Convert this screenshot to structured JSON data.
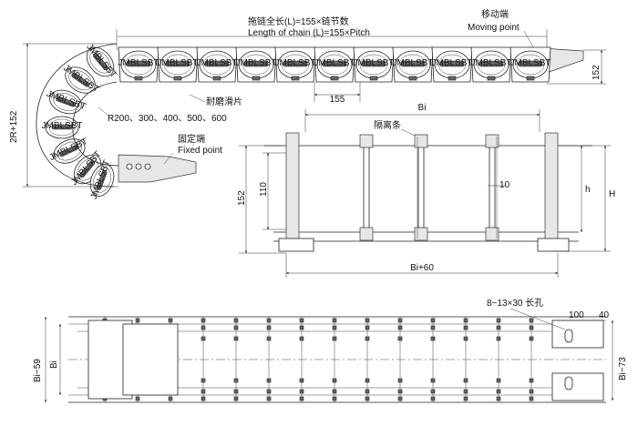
{
  "top_view": {
    "total_length_cn": "拖链全长(L)=155×链节数",
    "total_length_en": "Length of chain (L)=155×Pitch",
    "moving_point_cn": "移动端",
    "moving_point_en": "Moving point",
    "fixed_point_cn": "固定端",
    "fixed_point_en": "Fixed point",
    "slider_label": "耐磨滑片",
    "radius_options": "R200、300、400、500、600",
    "pitch": "155",
    "height_right": "152",
    "height_left": "2R+152",
    "link_mark": "JMBLSBT"
  },
  "section_view": {
    "inner_width": "Bi",
    "separator_label": "隔离条",
    "outer_width": "Bi+60",
    "height_total": "152",
    "height_inner": "110",
    "bar_width": "10",
    "inner_h": "h",
    "outer_h": "H"
  },
  "bottom_view": {
    "slot_label": "8−13×30 长孔",
    "dim_100": "100",
    "dim_40": "40",
    "left_outer": "Bi−59",
    "left_inner": "Bi",
    "right_dim": "Bi−73"
  },
  "colors": {
    "line": "#222222",
    "fill_gray": "#e7e7e7",
    "fill_dark": "#666666"
  }
}
